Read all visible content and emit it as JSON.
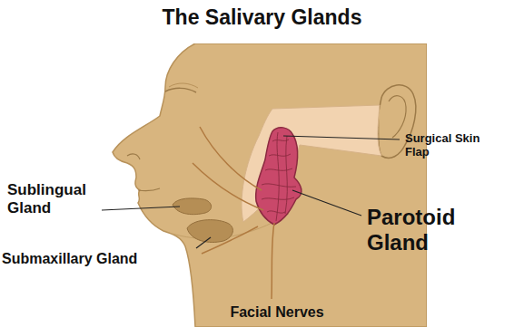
{
  "diagram": {
    "title": "The Salivary Glands",
    "labels": [
      "Surgical Skin Flap",
      "Parotoid Gland",
      "Sublingual Gland",
      "Submaxillary Gland",
      "Facial Nerves"
    ]
  }
}
